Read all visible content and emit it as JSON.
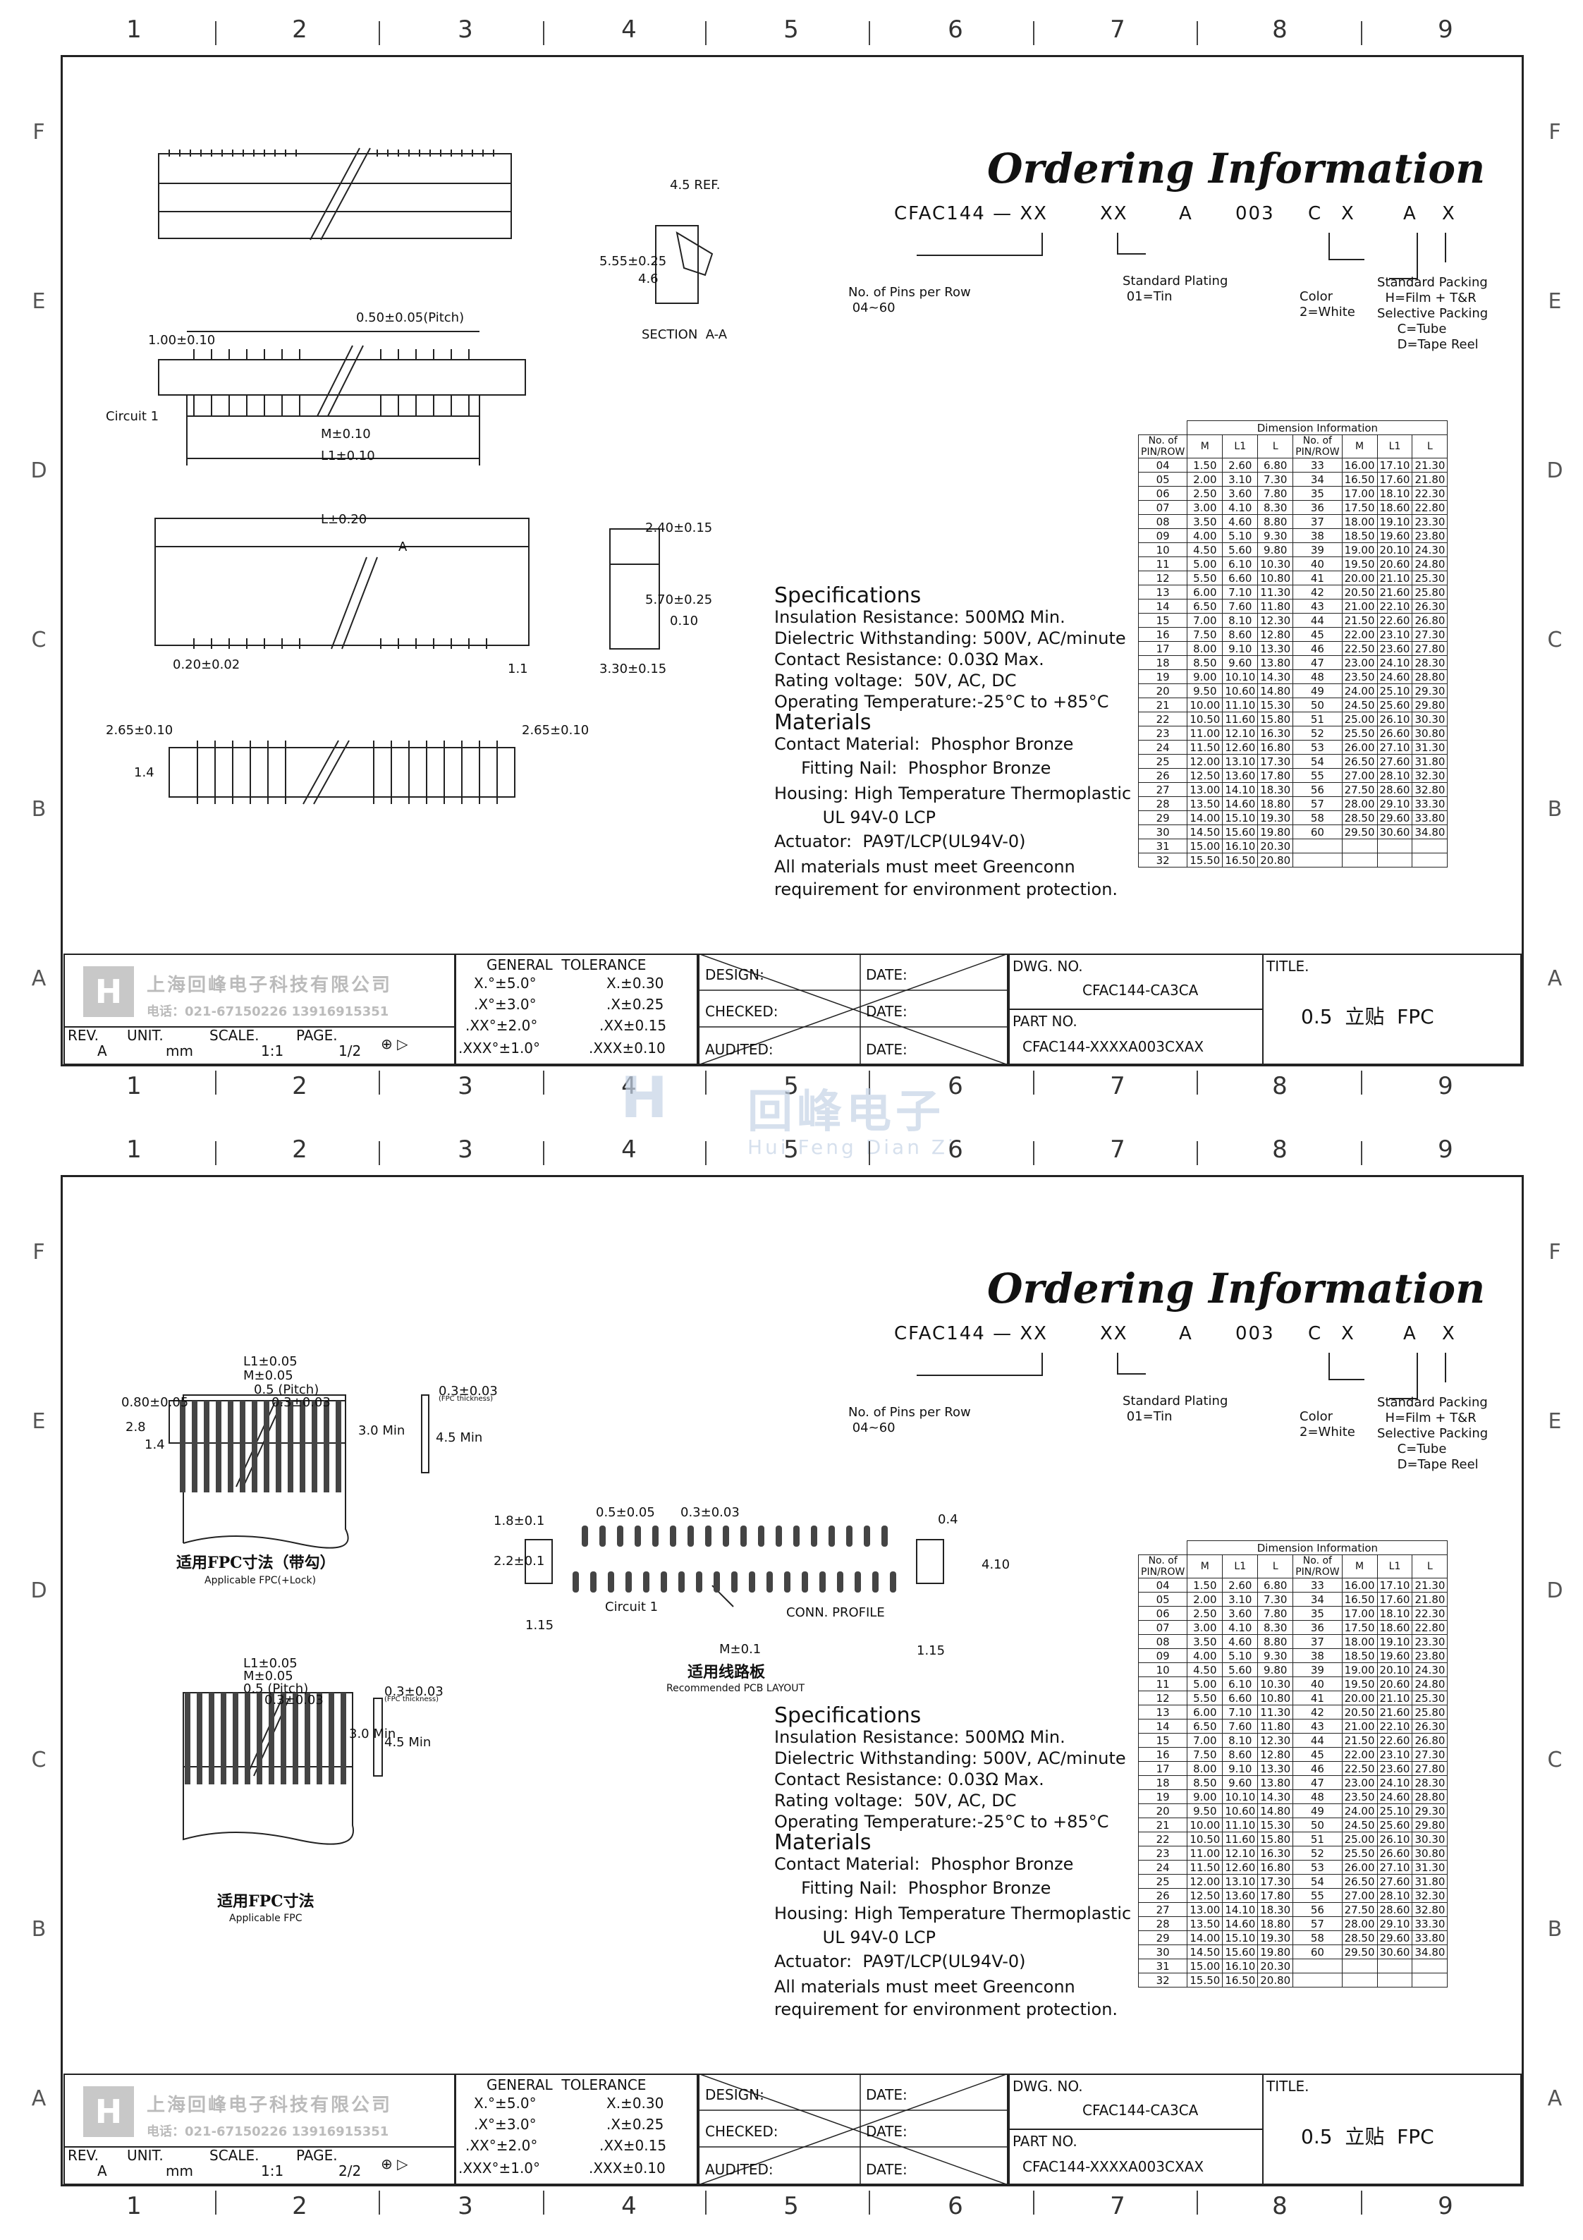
{
  "columns": [
    "1",
    "2",
    "3",
    "4",
    "5",
    "6",
    "7",
    "8",
    "9"
  ],
  "rows": [
    "F",
    "E",
    "D",
    "C",
    "B",
    "A"
  ],
  "ordering": {
    "title": "Ordering Information",
    "code_parts": [
      "CFAC144 — XX",
      "XX",
      "A",
      "003",
      "C",
      "X",
      "A",
      "X"
    ],
    "pins_note": "No. of Pins per Row\n 04~60",
    "plating_note": "Standard Plating\n 01=Tin",
    "color_note": "Color\n2=White",
    "packing_note": "Standard Packing\n  H=Film + T&R\nSelective Packing\n     C=Tube\n     D=Tape Reel"
  },
  "specs": {
    "heading": "Specifications",
    "lines": [
      "Insulation Resistance: 500MΩ Min.",
      "Dielectric Withstanding: 500V, AC/minute",
      "Contact Resistance: 0.03Ω Max.",
      "Rating voltage:  50V, AC, DC",
      "Operating Temperature:-25°C to +85°C"
    ],
    "materials_heading": "Materials",
    "materials": [
      "Contact Material:  Phosphor Bronze",
      "     Fitting Nail:  Phosphor Bronze",
      "Housing: High Temperature Thermoplastic",
      "         UL 94V-0 LCP",
      "Actuator:  PA9T/LCP(UL94V-0)",
      "All materials must meet Greenconn",
      "requirement for environment protection."
    ]
  },
  "dimension_table": {
    "title": "Dimension Information",
    "headers": [
      "No. of\nPIN/ROW",
      "M",
      "L1",
      "L",
      "No. of\nPIN/ROW",
      "M",
      "L1",
      "L"
    ],
    "rows": [
      [
        "04",
        "1.50",
        "2.60",
        "6.80",
        "33",
        "16.00",
        "17.10",
        "21.30"
      ],
      [
        "05",
        "2.00",
        "3.10",
        "7.30",
        "34",
        "16.50",
        "17.60",
        "21.80"
      ],
      [
        "06",
        "2.50",
        "3.60",
        "7.80",
        "35",
        "17.00",
        "18.10",
        "22.30"
      ],
      [
        "07",
        "3.00",
        "4.10",
        "8.30",
        "36",
        "17.50",
        "18.60",
        "22.80"
      ],
      [
        "08",
        "3.50",
        "4.60",
        "8.80",
        "37",
        "18.00",
        "19.10",
        "23.30"
      ],
      [
        "09",
        "4.00",
        "5.10",
        "9.30",
        "38",
        "18.50",
        "19.60",
        "23.80"
      ],
      [
        "10",
        "4.50",
        "5.60",
        "9.80",
        "39",
        "19.00",
        "20.10",
        "24.30"
      ],
      [
        "11",
        "5.00",
        "6.10",
        "10.30",
        "40",
        "19.50",
        "20.60",
        "24.80"
      ],
      [
        "12",
        "5.50",
        "6.60",
        "10.80",
        "41",
        "20.00",
        "21.10",
        "25.30"
      ],
      [
        "13",
        "6.00",
        "7.10",
        "11.30",
        "42",
        "20.50",
        "21.60",
        "25.80"
      ],
      [
        "14",
        "6.50",
        "7.60",
        "11.80",
        "43",
        "21.00",
        "22.10",
        "26.30"
      ],
      [
        "15",
        "7.00",
        "8.10",
        "12.30",
        "44",
        "21.50",
        "22.60",
        "26.80"
      ],
      [
        "16",
        "7.50",
        "8.60",
        "12.80",
        "45",
        "22.00",
        "23.10",
        "27.30"
      ],
      [
        "17",
        "8.00",
        "9.10",
        "13.30",
        "46",
        "22.50",
        "23.60",
        "27.80"
      ],
      [
        "18",
        "8.50",
        "9.60",
        "13.80",
        "47",
        "23.00",
        "24.10",
        "28.30"
      ],
      [
        "19",
        "9.00",
        "10.10",
        "14.30",
        "48",
        "23.50",
        "24.60",
        "28.80"
      ],
      [
        "20",
        "9.50",
        "10.60",
        "14.80",
        "49",
        "24.00",
        "25.10",
        "29.30"
      ],
      [
        "21",
        "10.00",
        "11.10",
        "15.30",
        "50",
        "24.50",
        "25.60",
        "29.80"
      ],
      [
        "22",
        "10.50",
        "11.60",
        "15.80",
        "51",
        "25.00",
        "26.10",
        "30.30"
      ],
      [
        "23",
        "11.00",
        "12.10",
        "16.30",
        "52",
        "25.50",
        "26.60",
        "30.80"
      ],
      [
        "24",
        "11.50",
        "12.60",
        "16.80",
        "53",
        "26.00",
        "27.10",
        "31.30"
      ],
      [
        "25",
        "12.00",
        "13.10",
        "17.30",
        "54",
        "26.50",
        "27.60",
        "31.80"
      ],
      [
        "26",
        "12.50",
        "13.60",
        "17.80",
        "55",
        "27.00",
        "28.10",
        "32.30"
      ],
      [
        "27",
        "13.00",
        "14.10",
        "18.30",
        "56",
        "27.50",
        "28.60",
        "32.80"
      ],
      [
        "28",
        "13.50",
        "14.60",
        "18.80",
        "57",
        "28.00",
        "29.10",
        "33.30"
      ],
      [
        "29",
        "14.00",
        "15.10",
        "19.30",
        "58",
        "28.50",
        "29.60",
        "33.80"
      ],
      [
        "30",
        "14.50",
        "15.60",
        "19.80",
        "60",
        "29.50",
        "30.60",
        "34.80"
      ],
      [
        "31",
        "15.00",
        "16.10",
        "20.30",
        "",
        "",
        "",
        ""
      ],
      [
        "32",
        "15.50",
        "16.50",
        "20.80",
        "",
        "",
        "",
        ""
      ]
    ]
  },
  "title_block": {
    "company": "上海回峰电子科技有限公司",
    "phone": "电话：021-67150226  13916915351",
    "tolerance_title": "GENERAL  TOLERANCE",
    "tolerances": [
      [
        "X.°±5.0°",
        "X.±0.30"
      ],
      [
        ".X°±3.0°",
        ".X±0.25"
      ],
      [
        ".XX°±2.0°",
        ".XX±0.15"
      ],
      [
        ".XXX°±1.0°",
        ".XXX±0.10"
      ]
    ],
    "design": "DESIGN:",
    "checked": "CHECKED:",
    "audited": "AUDITED:",
    "date": "DATE:",
    "dwg_label": "DWG. NO.",
    "dwg_no": "CFAC144-CA3CA",
    "part_label": "PART NO.",
    "part_no": "CFAC144-XXXXA003CXAX",
    "title_label": "TITLE.",
    "title_value": "0.5  立贴  FPC",
    "rev_label": "REV.",
    "rev": "A",
    "unit_label": "UNIT.",
    "unit": "mm",
    "scale_label": "SCALE.",
    "scale": "1:1",
    "page_label": "PAGE.",
    "page1": "1/2",
    "page2": "2/2"
  },
  "watermark": {
    "logo": "回峰电子",
    "pinyin": "Hui Feng Dian Zi"
  },
  "sheet1_labels": {
    "pitch": "0.50±0.05(Pitch)",
    "d100": "1.00±0.10",
    "circuit": "Circuit 1",
    "m": "M±0.10",
    "l1": "L1±0.10",
    "l": "L±0.20",
    "a_mark": "A",
    "d020": "0.20±0.02",
    "d265a": "2.65±0.10",
    "d265b": "2.65±0.10",
    "d14": "1.4",
    "ref45": "4.5 REF.",
    "d555": "5.55±0.25",
    "d46": "4.6",
    "section": "SECTION  A-A",
    "d240": "2.40±0.15",
    "d570": "5.70±0.25",
    "d010": "0.10",
    "d330": "3.30±0.15",
    "d11": "1.1"
  },
  "sheet2_labels": {
    "l1": "L1±0.05",
    "m005": "M±0.05",
    "pitch05": "0.5 (Pitch)",
    "d03": "0.3±0.03",
    "d080": "0.80±0.05",
    "d28": "2.8",
    "d14": "1.4",
    "d30min": "3.0 Min",
    "d45min": "4.5 Min",
    "thick": "0.3±0.03",
    "thick_note": "(FPC thickness)",
    "fpc_lock_cn": "适用FPC寸法（带勾）",
    "fpc_lock_en": "Applicable FPC(+Lock)",
    "fpc_cn": "适用FPC寸法",
    "fpc_en": "Applicable FPC",
    "d18": "1.8±0.1",
    "d05": "0.5±0.05",
    "d22": "2.2±0.1",
    "d115a": "1.15",
    "d115b": "1.15",
    "m01": "M±0.1",
    "circuit": "Circuit 1",
    "conn": "CONN. PROFILE",
    "d04": "0.4",
    "d410": "4.10",
    "pcb_cn": "适用线路板",
    "pcb_en": "Recommended PCB LAYOUT"
  }
}
